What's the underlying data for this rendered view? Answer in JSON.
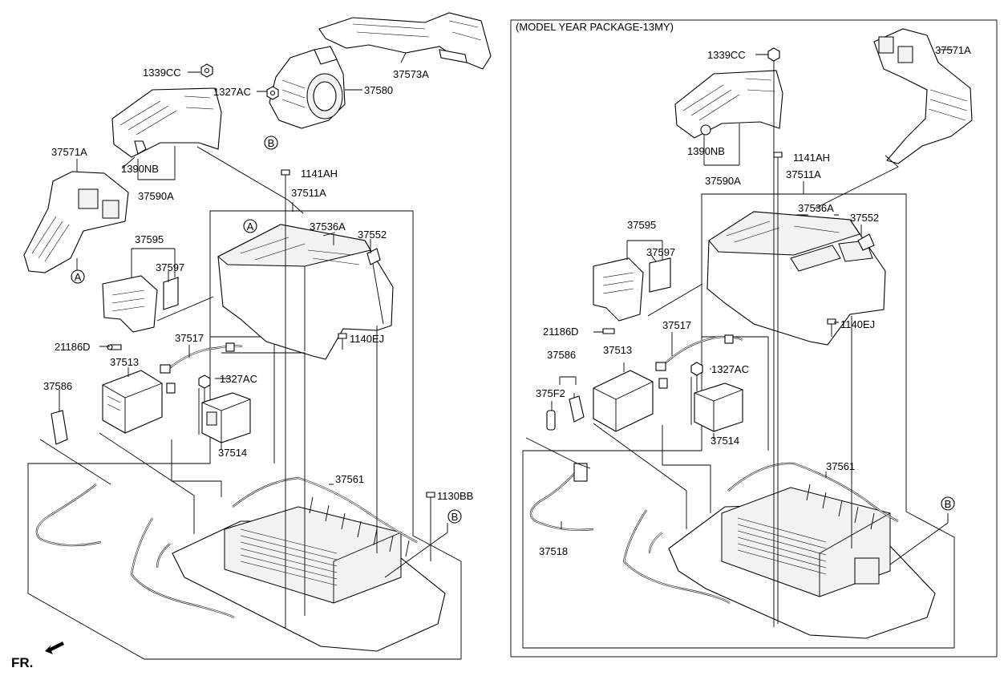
{
  "diagram": {
    "frame_title": "(MODEL YEAR PACKAGE-13MY)",
    "front_indicator": "FR.",
    "ref_markers": {
      "a": "A",
      "b": "B"
    },
    "left": {
      "labels": {
        "p37573A": "37573A",
        "p37580": "37580",
        "p1339CC": "1339CC",
        "p1327AC_top": "1327AC",
        "p37571A": "37571A",
        "p1390NB": "1390NB",
        "p37590A": "37590A",
        "p1141AH": "1141AH",
        "p37511A": "37511A",
        "p37536A": "37536A",
        "p37552": "37552",
        "p37595": "37595",
        "p37597": "37597",
        "p21186D": "21186D",
        "p37517": "37517",
        "p1140EJ": "1140EJ",
        "p37513": "37513",
        "p1327AC_mid": "1327AC",
        "p37586": "37586",
        "p37514": "37514",
        "p37561": "37561",
        "p1130BB": "1130BB"
      }
    },
    "right": {
      "labels": {
        "p1339CC": "1339CC",
        "p37571A": "37571A",
        "p1390NB": "1390NB",
        "p1141AH": "1141AH",
        "p37590A": "37590A",
        "p37511A": "37511A",
        "p37536A": "37536A",
        "p37552": "37552",
        "p37595": "37595",
        "p37597": "37597",
        "p21186D": "21186D",
        "p37517": "37517",
        "p1140EJ": "1140EJ",
        "p37586": "37586",
        "p37513": "37513",
        "p1327AC": "1327AC",
        "p375F2": "375F2",
        "p37514": "37514",
        "p37561": "37561",
        "p37518": "37518"
      }
    }
  }
}
